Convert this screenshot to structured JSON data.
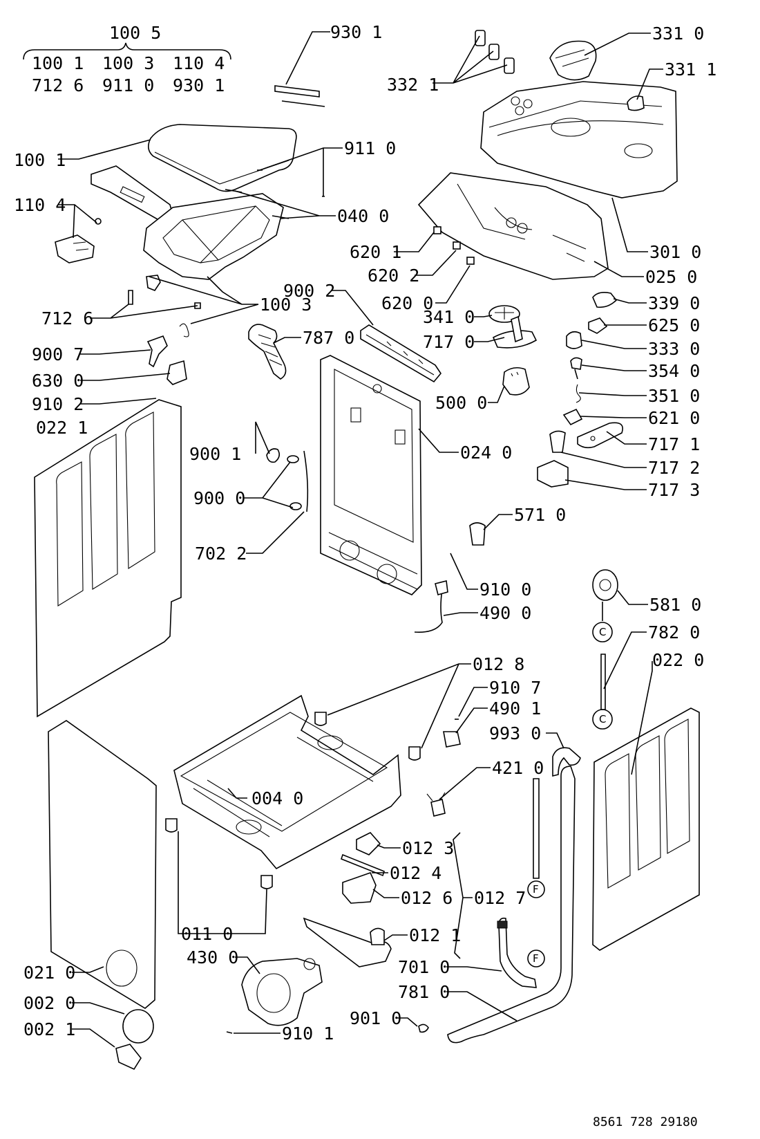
{
  "header": {
    "group_label": "100 5",
    "row1": [
      "100 1",
      "100 3",
      "110 4"
    ],
    "row2": [
      "712 6",
      "911 0",
      "930 1"
    ]
  },
  "callouts": {
    "l9301": "930 1",
    "l3310": "331 0",
    "l3311": "331 1",
    "l3321": "332 1",
    "l1001": "100 1",
    "l9110": "911 0",
    "l1104": "110 4",
    "l0400": "040 0",
    "l6201": "620 1",
    "l6202": "620 2",
    "l6200": "620 0",
    "l3010": "301 0",
    "l0250": "025 0",
    "l9002": "900 2",
    "l1003": "100 3",
    "l7126": "712 6",
    "l3410": "341 0",
    "l3390": "339 0",
    "l6250": "625 0",
    "l7170": "717 0",
    "l3330": "333 0",
    "l7870": "787 0",
    "l9007": "900 7",
    "l3540": "354 0",
    "l6300": "630 0",
    "l5000": "500 0",
    "l3510": "351 0",
    "l9102": "910 2",
    "l6210": "621 0",
    "l0221": "022 1",
    "l7171": "717 1",
    "l0240": "024 0",
    "l9001": "900 1",
    "l7172": "717 2",
    "l7173": "717 3",
    "l9000": "900 0",
    "l5710": "571 0",
    "l7022": "702 2",
    "l9100": "910 0",
    "l5810": "581 0",
    "l4900": "490 0",
    "l7820": "782 0",
    "l0220": "022 0",
    "l0128": "012 8",
    "l9107": "910 7",
    "l4901": "490 1",
    "l9930": "993 0",
    "l4210": "421 0",
    "l0040": "004 0",
    "l0123": "012 3",
    "l0124": "012 4",
    "l0126": "012 6",
    "l0127": "012 7",
    "l0110": "011 0",
    "l0121": "012 1",
    "l4300": "430 0",
    "l0210": "021 0",
    "l7010": "701 0",
    "l0020": "002 0",
    "l7810": "781 0",
    "l0021": "002 1",
    "l9010": "901 0",
    "l9101": "910 1"
  },
  "connectors": {
    "c": "C",
    "f": "F"
  },
  "footer": {
    "drawing_number": "8561 728 29180"
  }
}
